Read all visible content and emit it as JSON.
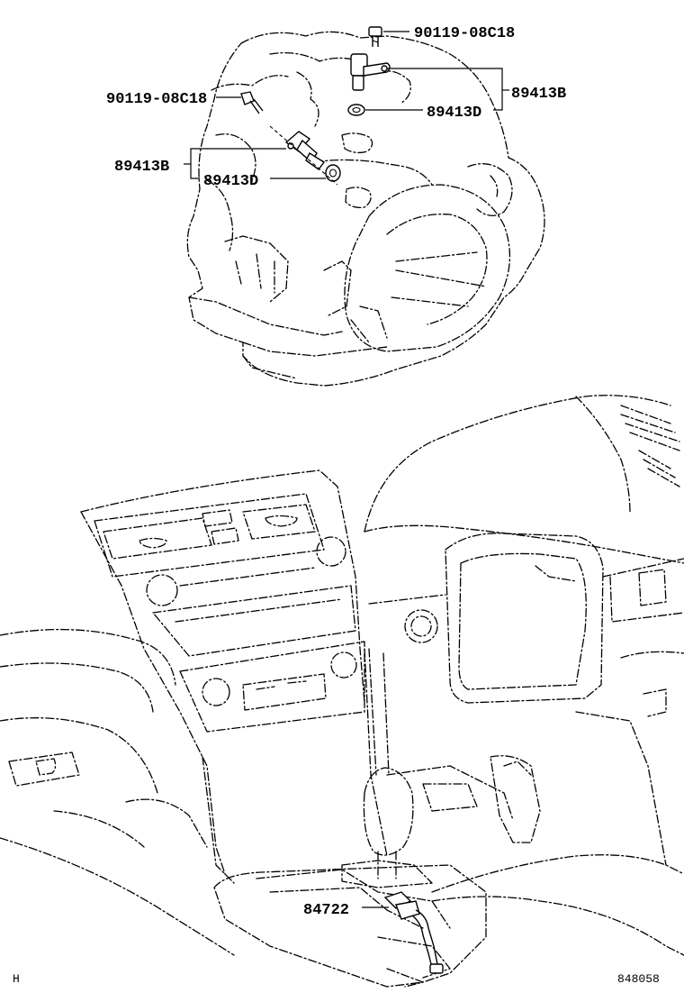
{
  "labels": {
    "bolt_top": "90119-08C18",
    "bolt_left": "90119-08C18",
    "sensor_right": "89413B",
    "oring_right": "89413D",
    "sensor_left": "89413B",
    "oring_left": "89413D",
    "switch": "84722"
  },
  "footer": {
    "left_code": "H",
    "right_code": "848058"
  }
}
